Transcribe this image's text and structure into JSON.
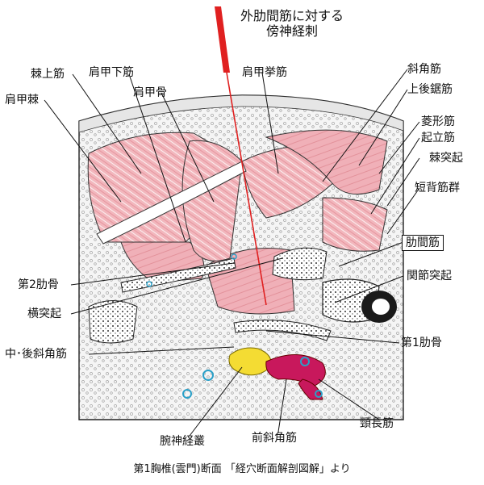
{
  "title_lines": [
    "外肋間筋に対する",
    "傍神経刺"
  ],
  "labels": {
    "kyokotsuki": "肩甲棘",
    "kyokyo_kin": "棘上筋",
    "kenko_kakin": "肩甲下筋",
    "kenkokotsu": "肩甲骨",
    "kenko_kyokin": "肩甲挙筋",
    "shakaku_kin": "斜角筋",
    "jogo_kyo_kin": "上後鋸筋",
    "ryokei_kin": "菱形筋",
    "kiritsu_kin": "起立筋",
    "kyoki": "棘突起",
    "tanpai_kin": "短背筋群",
    "rokkan_kin": "肋間筋",
    "kansetsu_toki": "関節突起",
    "dai2_rokkotsu": "第2肋骨",
    "outoki": "横突起",
    "chu_go_shakaku": "中･後斜角筋",
    "dai1_rokkotsu": "第1肋骨",
    "keicho_kin": "頸長筋",
    "wan_shinkei": "腕神経叢",
    "zen_shakaku": "前斜角筋"
  },
  "caption": "第1胸椎(雲門)断面 「経穴断面解剖図解」より",
  "colors": {
    "muscle": "#f2b7bd",
    "needle": "#e02020",
    "nerve_yellow": "#f4dc33",
    "vessel_magenta": "#c8185c",
    "bone": "#ffffff"
  }
}
